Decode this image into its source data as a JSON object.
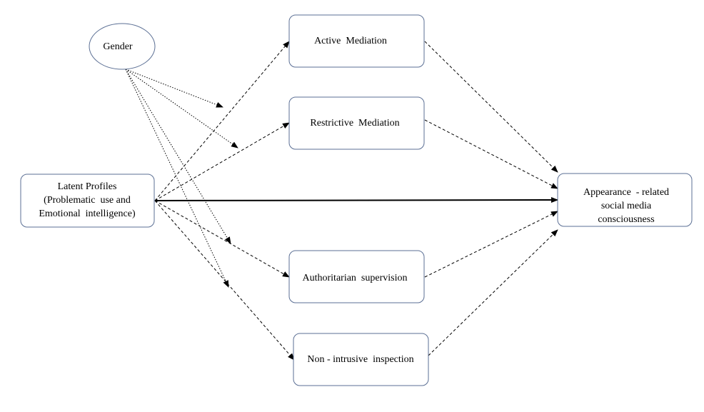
{
  "diagram": {
    "nodes": {
      "gender": {
        "label": "Gender"
      },
      "latent_profiles": {
        "lines": [
          "Latent Profiles",
          "(Problematic  use and",
          "Emotional  intelligence)"
        ]
      },
      "active_mediation": {
        "label": "Active  Mediation"
      },
      "restrictive_mediation": {
        "label": "Restrictive  Mediation"
      },
      "authoritarian_supervision": {
        "label": "Authoritarian  supervision"
      },
      "non_intrusive_inspection": {
        "label": "Non - intrusive  inspection"
      },
      "outcome": {
        "lines": [
          "Appearance  - related",
          "social media",
          "consciousness"
        ]
      }
    },
    "colors": {
      "stroke": "#5b6f94",
      "arrow": "#000000",
      "background": "#ffffff"
    }
  }
}
